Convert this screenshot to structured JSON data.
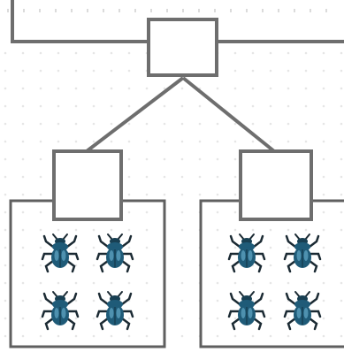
{
  "diagram": {
    "type": "tree",
    "nodes": [
      {
        "id": "root",
        "children": [
          "left",
          "right"
        ]
      },
      {
        "id": "left",
        "children": []
      },
      {
        "id": "right",
        "children": []
      }
    ],
    "groups": [
      {
        "node": "left",
        "beetle_count": 4
      },
      {
        "node": "right",
        "beetle_count": 4
      }
    ],
    "colors": {
      "line": "#6e6e6e",
      "beetle_body": "#1f5b78",
      "beetle_highlight": "#5fa3c2",
      "beetle_legs": "#1b2a33"
    },
    "icons": [
      "beetle-icon"
    ]
  }
}
